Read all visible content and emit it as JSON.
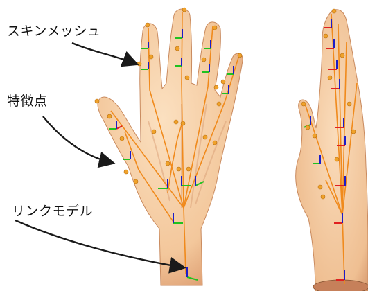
{
  "labels": {
    "skin_mesh": "スキンメッシュ",
    "feature_points": "特徴点",
    "link_model": "リンクモデル"
  },
  "colors": {
    "skin": "#f7d2ab",
    "skin_shade": "#d99a6c",
    "link": "#f08a1c",
    "feature_point": "#f0a22a",
    "axis_x": "#e02020",
    "axis_y": "#1fc21f",
    "axis_z": "#1c1cc8",
    "arrow": "#1a1a1a"
  },
  "views": [
    {
      "name": "hand-back-view"
    },
    {
      "name": "hand-side-view"
    }
  ]
}
